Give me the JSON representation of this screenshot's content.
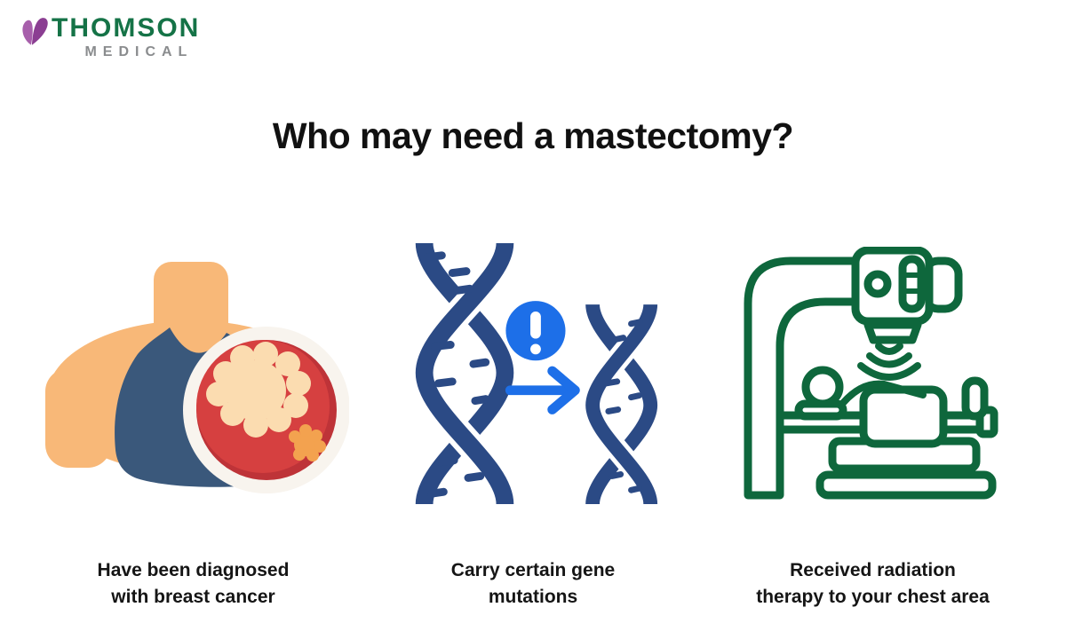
{
  "brand": {
    "name_top": "THOMSON",
    "name_bottom": "MEDICAL",
    "icon": "butterfly-icon"
  },
  "title": "Who may need a mastectomy?",
  "items": [
    {
      "id": "breast-cancer",
      "icon": "breast-cancer-illustration",
      "caption_line1": "Have been diagnosed",
      "caption_line2": "with breast cancer"
    },
    {
      "id": "gene-mutation",
      "icon": "dna-mutation-illustration",
      "caption_line1": "Carry certain gene",
      "caption_line2": "mutations"
    },
    {
      "id": "radiation-therapy",
      "icon": "radiation-therapy-illustration",
      "caption_line1": "Received radiation",
      "caption_line2": "therapy to your chest area"
    }
  ],
  "colors": {
    "background": "#FFFFFF",
    "brand_green": "#157347",
    "brand_gray": "#8A8C8E",
    "brand_purple": "#9B4D9E",
    "title_text": "#111111",
    "caption_text": "#151515",
    "skin": "#F8B878",
    "tank_navy": "#3A587B",
    "magnifier_ring": "#F8F4EE",
    "tumor_red": "#D64040",
    "tumor_red_dark": "#BE3338",
    "tumor_cream": "#FBDCB0",
    "tumor_orange": "#F3A24F",
    "dna_navy": "#2B4A85",
    "alert_blue": "#1D6FE8",
    "machine_green": "#0E673C"
  }
}
